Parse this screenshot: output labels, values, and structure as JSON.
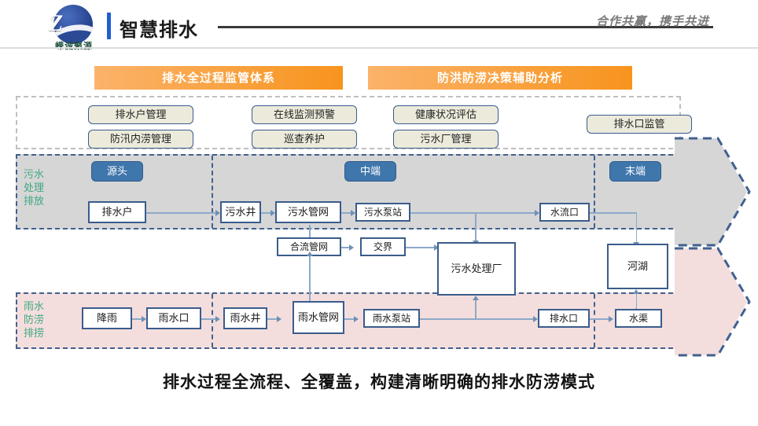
{
  "header": {
    "logo_mark": "Z",
    "logo_text": "嵘诚聚源",
    "title": "智慧排水",
    "tagline": "合作共赢，携手共进"
  },
  "banners": [
    {
      "label": "排水全过程监管体系"
    },
    {
      "label": "防洪防涝决策辅助分析"
    }
  ],
  "features": [
    {
      "label": "排水户管理"
    },
    {
      "label": "防汛内涝管理"
    },
    {
      "label": "在线监测预警"
    },
    {
      "label": "巡查养护"
    },
    {
      "label": "健康状况评估"
    },
    {
      "label": "污水厂管理"
    },
    {
      "label": "排水口监管"
    }
  ],
  "bands": {
    "sewage": {
      "label": "污水\n处理\n排放",
      "line1": "污水",
      "line2": "处理",
      "line3": "排放"
    },
    "storm": {
      "label": "雨水\n防涝\n排捞",
      "line1": "雨水",
      "line2": "防涝",
      "line3": "排捞"
    }
  },
  "stages": [
    {
      "label": "源头"
    },
    {
      "label": "中端"
    },
    {
      "label": "末端"
    }
  ],
  "nodes": {
    "paishuihu": "排水户",
    "wushuijing": "污水井",
    "wushuiguanwang": "污水管网",
    "wushuibengzhan": "污水泵站",
    "shuiliukou": "水流口",
    "heliuguanwang": "合流管网",
    "jiaojie": "交界",
    "wushuichuliachang": "污水处理厂",
    "hehu": "河湖",
    "jiangyu": "降雨",
    "yushuikou": "雨水口",
    "yushuijing": "雨水井",
    "yushuiguanwang": "雨水管网",
    "yushuibengzhan": "雨水泵站",
    "paishuikou": "排水口",
    "shuiqu": "水渠"
  },
  "caption": "排水过程全流程、全覆盖，构建清晰明确的排水防涝模式",
  "colors": {
    "accent_orange": "#f7941d",
    "band_sewage": "#d6d6d6",
    "band_storm": "#f3dedd",
    "border_blue": "#3a5c8c",
    "chip_blue": "#3f76ac",
    "label_green": "#3fa882",
    "feature_fill": "#eceadb"
  }
}
